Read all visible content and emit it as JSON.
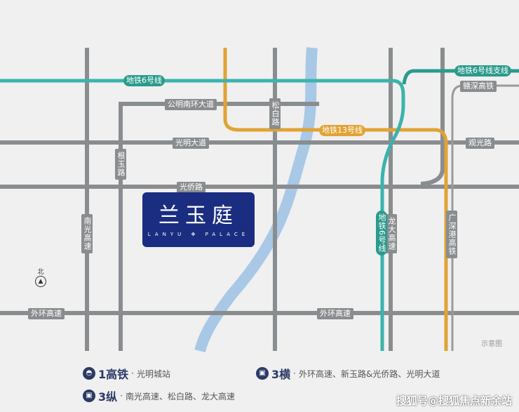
{
  "project": {
    "name_cn": "兰玉庭",
    "name_en": "LANYU ✥ PALACE"
  },
  "roads": {
    "gongming": "公明南环大道",
    "guangming": "光明大道",
    "guanguang": "观光路",
    "guangqiao": "光侨路",
    "waihuan_left": "外环高速",
    "waihuan_mid": "外环高速",
    "nanguang": "南光高速",
    "genyu": "根玉路",
    "songbai": "松白路",
    "longda": "龙大高速"
  },
  "rail": {
    "metro6": "地铁6号线",
    "metro6_branch": "地铁6号线支线",
    "metro13": "地铁13号线",
    "metro6_vertical": "地铁6号线",
    "ganshen": "赣深高铁",
    "guangshengang": "广深港高铁"
  },
  "compass": "北",
  "note": "示意图",
  "legend": [
    {
      "title": "1高铁",
      "desc": "光明城站"
    },
    {
      "title": "3横",
      "desc": "外环高速、新玉路&光侨路、光明大道"
    },
    {
      "title": "3纵",
      "desc": "南光高速、松白路、龙大高速"
    }
  ],
  "watermark": "搜狐号@搜狐焦点新余站",
  "colors": {
    "road": "#8a8d8f",
    "metro6": "#2a9b8c",
    "metro13": "#e0a335",
    "river": "#a8c8e6",
    "project": "#1b2d80"
  }
}
